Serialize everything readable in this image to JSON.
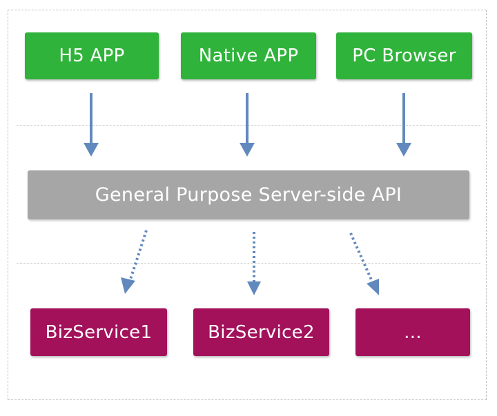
{
  "clients": [
    {
      "label": "H5 APP"
    },
    {
      "label": "Native APP"
    },
    {
      "label": "PC Browser"
    }
  ],
  "api": {
    "label": "General Purpose Server-side API"
  },
  "services": [
    {
      "label": "BizService1"
    },
    {
      "label": "BizService2"
    },
    {
      "label": "..."
    }
  ],
  "colors": {
    "client": "#2fb33a",
    "api": "#a6a6a6",
    "service": "#a3115b",
    "arrow": "#6289bd"
  }
}
